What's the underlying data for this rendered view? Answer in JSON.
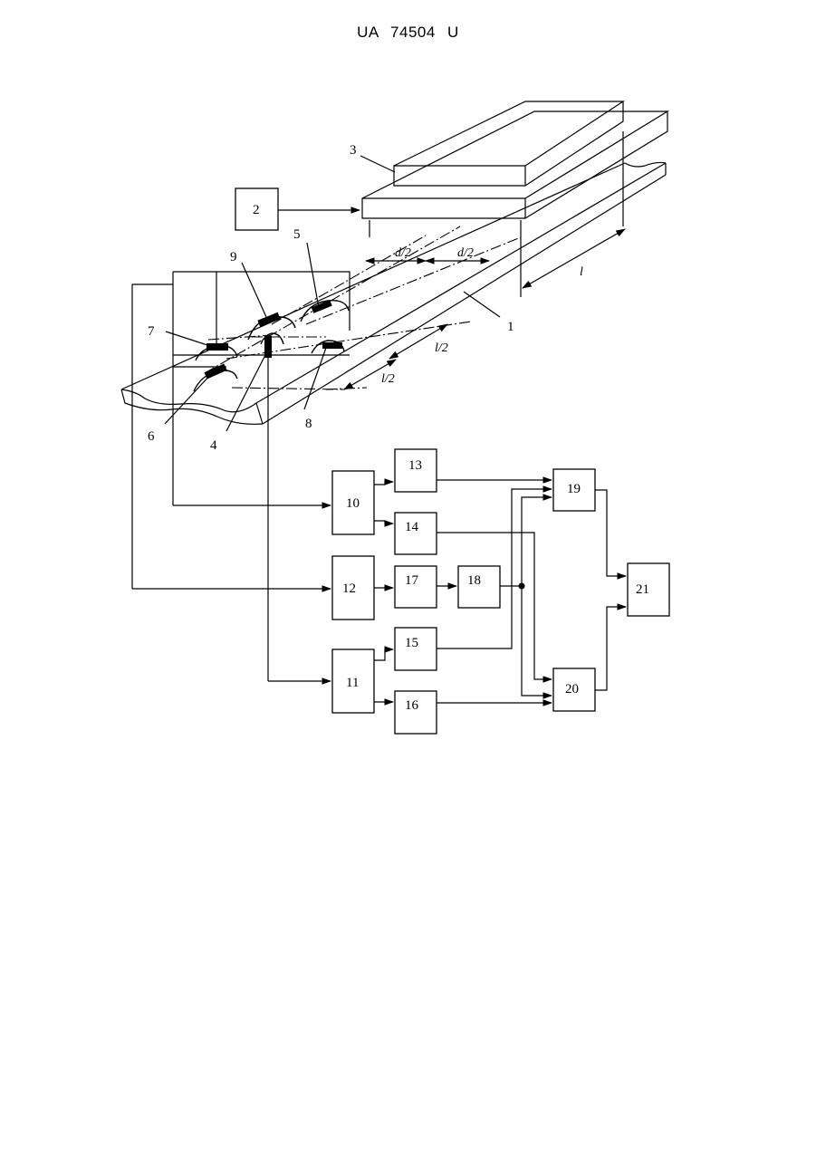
{
  "header": {
    "text": "UA   74504   U"
  },
  "diagram": {
    "parts": {
      "rail": "1",
      "generator": "2",
      "magnet_system": "3",
      "sensor_4": "4",
      "sensor_5": "5",
      "sensor_6": "6",
      "sensor_7": "7",
      "sensor_8": "8",
      "sensor_9": "9"
    },
    "dimensions": {
      "d_half_1": "d/2",
      "d_half_2": "d/2",
      "l": "l",
      "l_half_1": "l/2",
      "l_half_2": "l/2"
    },
    "blocks": {
      "b10": "10",
      "b11": "11",
      "b12": "12",
      "b13": "13",
      "b14": "14",
      "b15": "15",
      "b16": "16",
      "b17": "17",
      "b18": "18",
      "b19": "19",
      "b20": "20",
      "b21": "21"
    }
  }
}
